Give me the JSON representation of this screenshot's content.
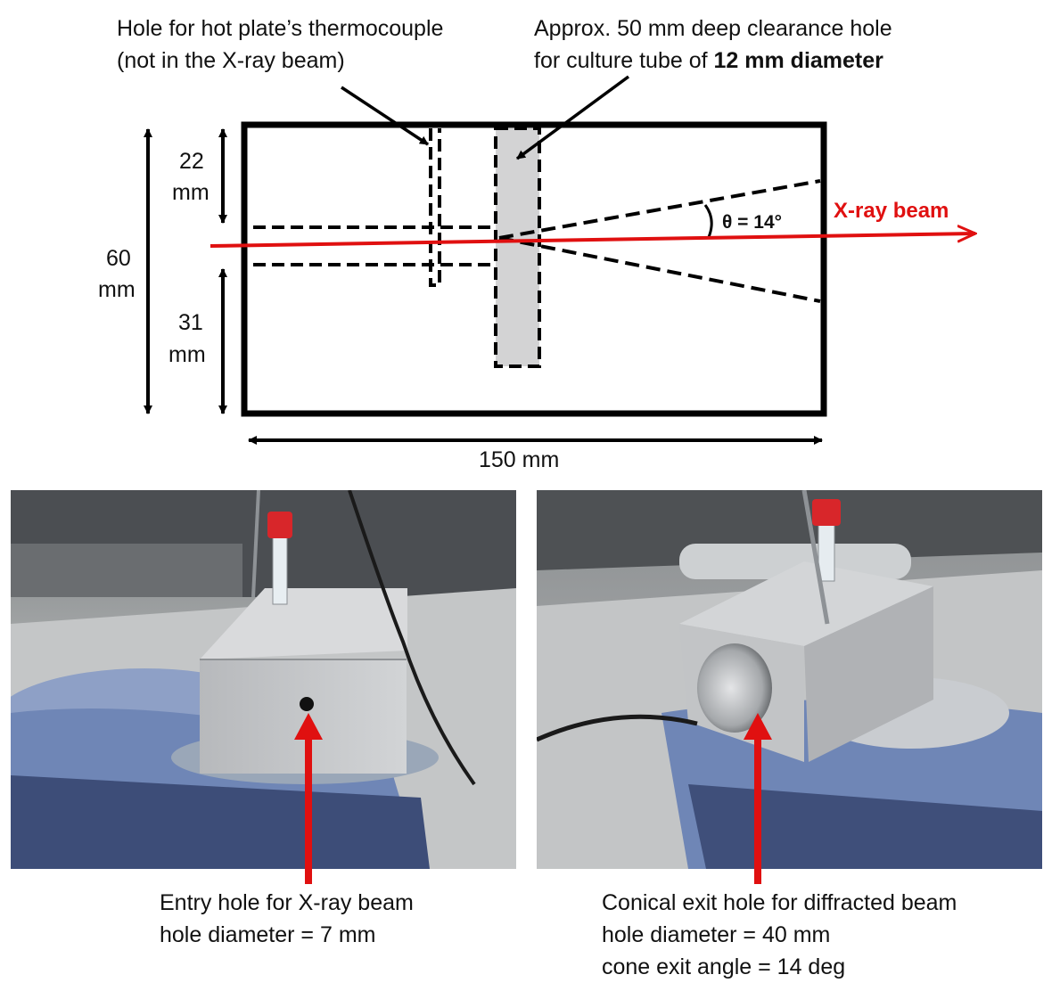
{
  "callouts": {
    "thermo_line1": "Hole for hot plate’s thermocouple",
    "thermo_line2": "(not in the X-ray beam)",
    "tube_line1": "Approx. 50 mm deep clearance hole",
    "tube_line2_pre": "for culture tube of ",
    "tube_line2_bold": "12 mm diameter"
  },
  "dimensions": {
    "top": "22",
    "top_unit": "mm",
    "height": "60",
    "height_unit": "mm",
    "bottom": "31",
    "bottom_unit": "mm",
    "width": "150 mm"
  },
  "angle_label": "θ = 14°",
  "beam_label": "X-ray beam",
  "captions": {
    "left_line1": "Entry hole for X-ray beam",
    "left_line2": "hole diameter = 7 mm",
    "right_line1": "Conical exit hole for diffracted beam",
    "right_line2": "hole diameter = 40 mm",
    "right_line3": "cone exit angle = 14 deg"
  },
  "colors": {
    "beam": "#e01010",
    "tube_fill": "#d3d3d4",
    "outline": "#000000",
    "hotplate": "#6f86b6",
    "aluminium": "#c4c6c9"
  }
}
